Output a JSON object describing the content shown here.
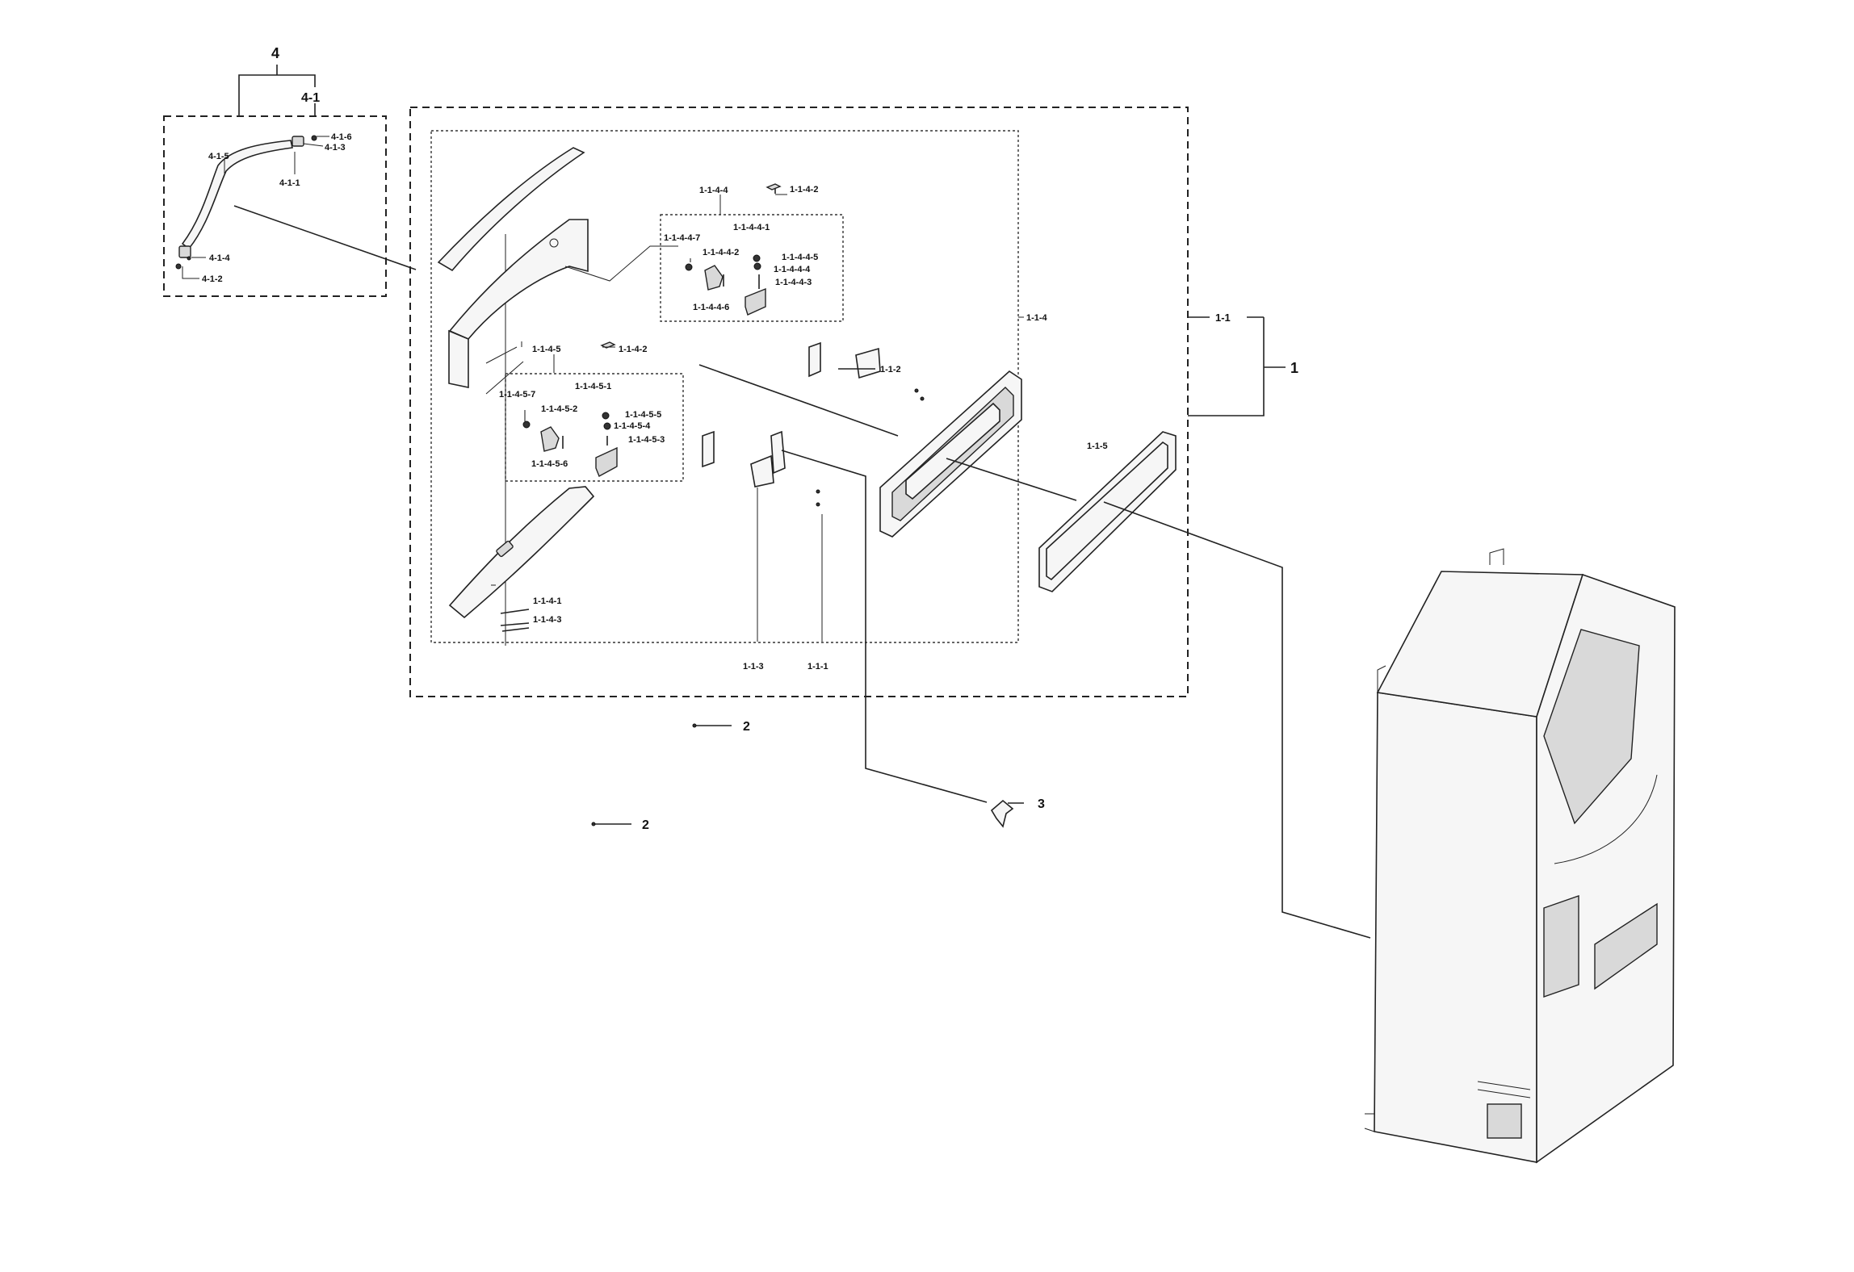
{
  "labels": {
    "l4": "4",
    "l4_1": "4-1",
    "l4_1_6": "4-1-6",
    "l4_1_3": "4-1-3",
    "l4_1_5": "4-1-5",
    "l4_1_1": "4-1-1",
    "l4_1_4": "4-1-4",
    "l4_1_2": "4-1-2",
    "l1_1_4_4": "1-1-4-4",
    "l1_1_4_2a": "1-1-4-2",
    "l1_1_4_4_1": "1-1-4-4-1",
    "l1_1_4_4_7": "1-1-4-4-7",
    "l1_1_4_4_2": "1-1-4-4-2",
    "l1_1_4_4_5": "1-1-4-4-5",
    "l1_1_4_4_4": "1-1-4-4-4",
    "l1_1_4_4_3": "1-1-4-4-3",
    "l1_1_4_4_6": "1-1-4-4-6",
    "l1_1_4": "1-1-4",
    "l1_1": "1-1",
    "l1": "1",
    "l1_1_4_5": "1-1-4-5",
    "l1_1_4_2b": "1-1-4-2",
    "l1_1_2": "1-1-2",
    "l1_1_4_5_1": "1-1-4-5-1",
    "l1_1_4_5_7": "1-1-4-5-7",
    "l1_1_4_5_2": "1-1-4-5-2",
    "l1_1_4_5_5": "1-1-4-5-5",
    "l1_1_4_5_4": "1-1-4-5-4",
    "l1_1_4_5_3": "1-1-4-5-3",
    "l1_1_4_5_6": "1-1-4-5-6",
    "l1_1_5": "1-1-5",
    "l1_1_4_1": "1-1-4-1",
    "l1_1_4_3": "1-1-4-3",
    "l1_1_3": "1-1-3",
    "l1_1_1": "1-1-1",
    "l2a": "2",
    "l2b": "2",
    "l3": "3"
  }
}
